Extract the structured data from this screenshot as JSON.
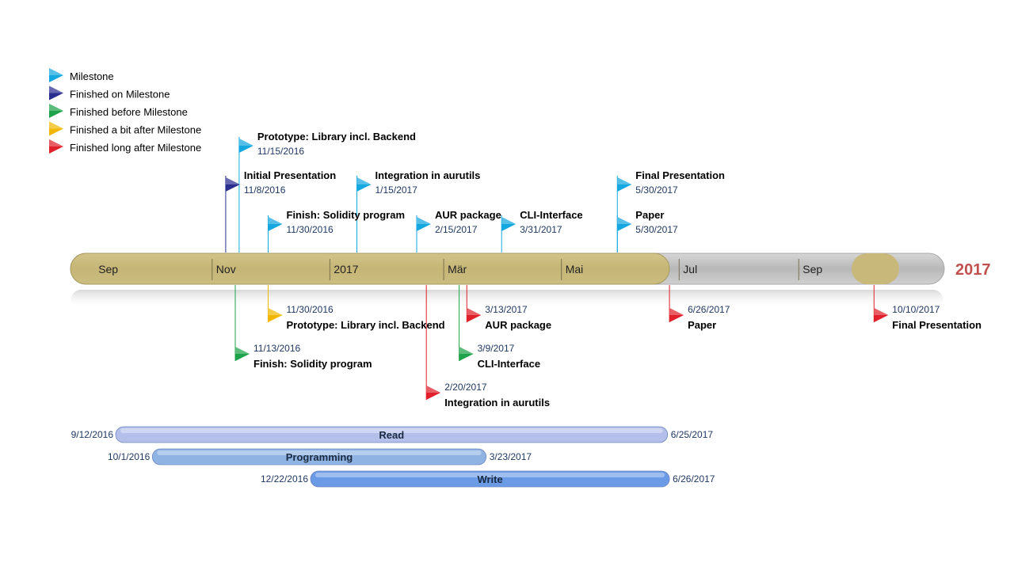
{
  "colors": {
    "milestone": "#15a7e0",
    "finished_on": "#2a2f8f",
    "finished_before": "#1fa34a",
    "finished_bit_after": "#f2b705",
    "finished_long_after": "#e0202a",
    "timeline_elapsed": "#c8b87a",
    "timeline_remaining": "#b8b8b8",
    "year_label": "#c0504d",
    "task_read": "#b4c0ea",
    "task_programming": "#8fb4e3",
    "task_write": "#6c9be6",
    "date_text": "#1f3864"
  },
  "legend": [
    {
      "status": "milestone",
      "label": "Milestone"
    },
    {
      "status": "finished_on",
      "label": "Finished on Milestone"
    },
    {
      "status": "finished_before",
      "label": "Finished before Milestone"
    },
    {
      "status": "finished_bit_after",
      "label": "Finished a bit after Milestone"
    },
    {
      "status": "finished_long_after",
      "label": "Finished long after Milestone"
    }
  ],
  "timeline": {
    "start": "2016-08-20",
    "end": "2017-11-15",
    "progress_until": "2017-06-26",
    "year_label": "2017",
    "axis_labels": [
      {
        "date": "2016-09-01",
        "label": "Sep"
      },
      {
        "date": "2016-11-01",
        "label": "Nov"
      },
      {
        "date": "2017-01-01",
        "label": "2017"
      },
      {
        "date": "2017-03-01",
        "label": "Mär"
      },
      {
        "date": "2017-05-01",
        "label": "Mai"
      },
      {
        "date": "2017-07-01",
        "label": "Jul"
      },
      {
        "date": "2017-09-01",
        "label": "Sep"
      }
    ]
  },
  "milestones_above": [
    {
      "title": "Prototype: Library incl. Backend",
      "date": "2016-11-15",
      "date_label": "11/15/2016",
      "status": "milestone"
    },
    {
      "title": "Initial Presentation",
      "date": "2016-11-08",
      "date_label": "11/8/2016",
      "status": "finished_on"
    },
    {
      "title": "Integration in aurutils",
      "date": "2017-01-15",
      "date_label": "1/15/2017",
      "status": "milestone"
    },
    {
      "title": "Final Presentation",
      "date": "2017-05-30",
      "date_label": "5/30/2017",
      "status": "milestone"
    },
    {
      "title": "Finish: Solidity program",
      "date": "2016-11-30",
      "date_label": "11/30/2016",
      "status": "milestone"
    },
    {
      "title": "AUR package",
      "date": "2017-02-15",
      "date_label": "2/15/2017",
      "status": "milestone"
    },
    {
      "title": "CLI-Interface",
      "date": "2017-03-31",
      "date_label": "3/31/2017",
      "status": "milestone"
    },
    {
      "title": "Paper",
      "date": "2017-05-30",
      "date_label": "5/30/2017",
      "status": "milestone"
    }
  ],
  "milestones_below": [
    {
      "title": "Prototype: Library incl. Backend",
      "date": "2016-11-30",
      "date_label": "11/30/2016",
      "status": "finished_bit_after"
    },
    {
      "title": "AUR package",
      "date": "2017-03-13",
      "date_label": "3/13/2017",
      "status": "finished_long_after"
    },
    {
      "title": "Paper",
      "date": "2017-06-26",
      "date_label": "6/26/2017",
      "status": "finished_long_after"
    },
    {
      "title": "Final Presentation",
      "date": "2017-10-10",
      "date_label": "10/10/2017",
      "status": "finished_long_after"
    },
    {
      "title": "Finish: Solidity program",
      "date": "2016-11-13",
      "date_label": "11/13/2016",
      "status": "finished_before"
    },
    {
      "title": "CLI-Interface",
      "date": "2017-03-09",
      "date_label": "3/9/2017",
      "status": "finished_before"
    },
    {
      "title": "Integration in aurutils",
      "date": "2017-02-20",
      "date_label": "2/20/2017",
      "status": "finished_long_after"
    }
  ],
  "tasks": [
    {
      "name": "Read",
      "start": "2016-09-12",
      "end": "2017-06-25",
      "start_label": "9/12/2016",
      "end_label": "6/25/2017",
      "color_key": "task_read"
    },
    {
      "name": "Programming",
      "start": "2016-10-01",
      "end": "2017-03-23",
      "start_label": "10/1/2016",
      "end_label": "3/23/2017",
      "color_key": "task_programming"
    },
    {
      "name": "Write",
      "start": "2016-12-22",
      "end": "2017-06-26",
      "start_label": "12/22/2016",
      "end_label": "6/26/2017",
      "color_key": "task_write"
    }
  ]
}
